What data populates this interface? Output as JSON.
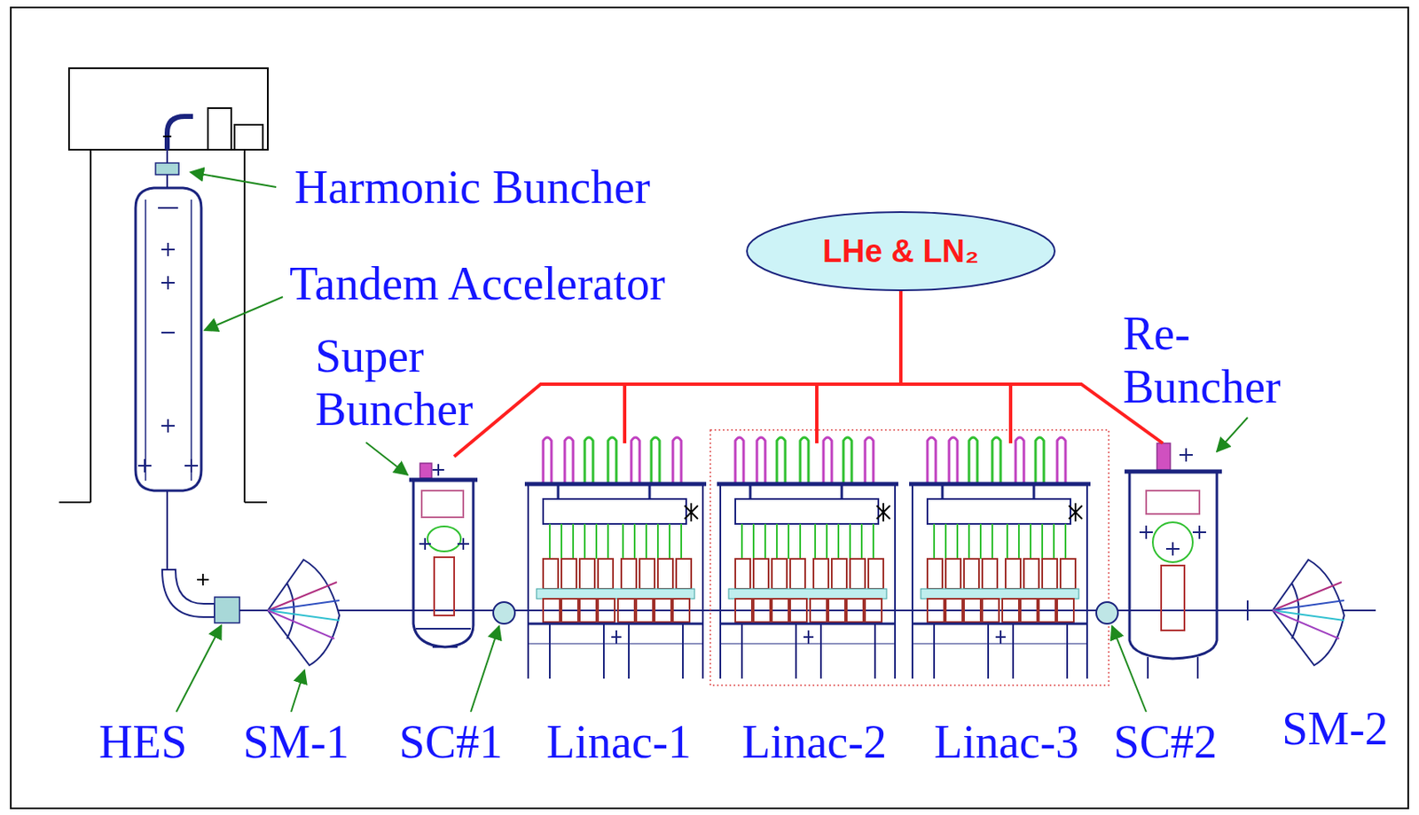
{
  "diagram": {
    "nodes": [
      {
        "text": [
          "LHe & LN₂"
        ]
      }
    ],
    "labels": [
      "Harmonic Buncher",
      "Tandem Accelerator",
      "Super Buncher",
      "Re- Buncher",
      "HES",
      "SM-1",
      "SC#1",
      "Linac-1",
      "Linac-2",
      "Linac-3",
      "SC#2",
      "SM-2"
    ]
  }
}
